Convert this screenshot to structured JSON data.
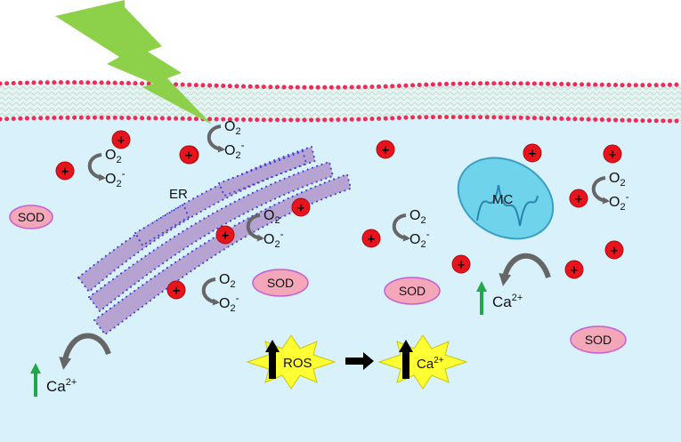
{
  "labels": {
    "er": "ER",
    "mc": "MC",
    "sod": "SOD",
    "ros": "ROS",
    "o2": "O",
    "o2_sub": "2",
    "o2_minus": "-",
    "ca": "Ca",
    "ca_sup": "2+",
    "plus": "+"
  },
  "colors": {
    "cytoplasm": "#d9f1fb",
    "membrane_dots": "#ee2c5a",
    "lightning": "#8dd14a",
    "er": "#b6a3d2",
    "er_dots": "#3b3bd6",
    "mitochondria": "#6fd3ec",
    "sod_fill": "#f5a7ba",
    "sod_border": "#c45fd3",
    "ros_star": "#ffff33",
    "radical": "#e8141d",
    "up_arrow_green": "#1eaa4a",
    "curved_arrow": "#666666"
  },
  "icons": [
    "lightning-icon",
    "free-radical-icon",
    "curved-arrow-icon",
    "up-arrow-icon",
    "right-arrow-icon",
    "star-burst-icon"
  ]
}
